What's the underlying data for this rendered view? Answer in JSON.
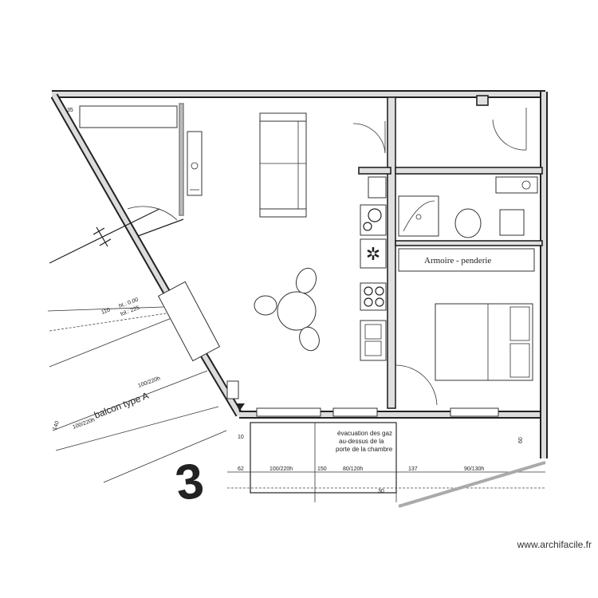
{
  "labels": {
    "wardrobe": "Armoire - penderie",
    "balcony": "balcon type A",
    "evacuation": [
      "évacuation des gaz",
      "au-dessus de la",
      "porte de la chambre"
    ],
    "lot_number": "3"
  },
  "dimensions_top": [
    "62",
    "100/220h",
    "150",
    "80/120h",
    "137",
    "90/130h"
  ],
  "dimensions_balcony": [
    "110",
    "ht.: 0.00",
    "tol.: 225",
    "100/220h",
    "100/220h",
    "140"
  ],
  "dimensions_misc": [
    "35",
    "10",
    "60",
    "30"
  ],
  "watermark": "www.archifacile.fr"
}
